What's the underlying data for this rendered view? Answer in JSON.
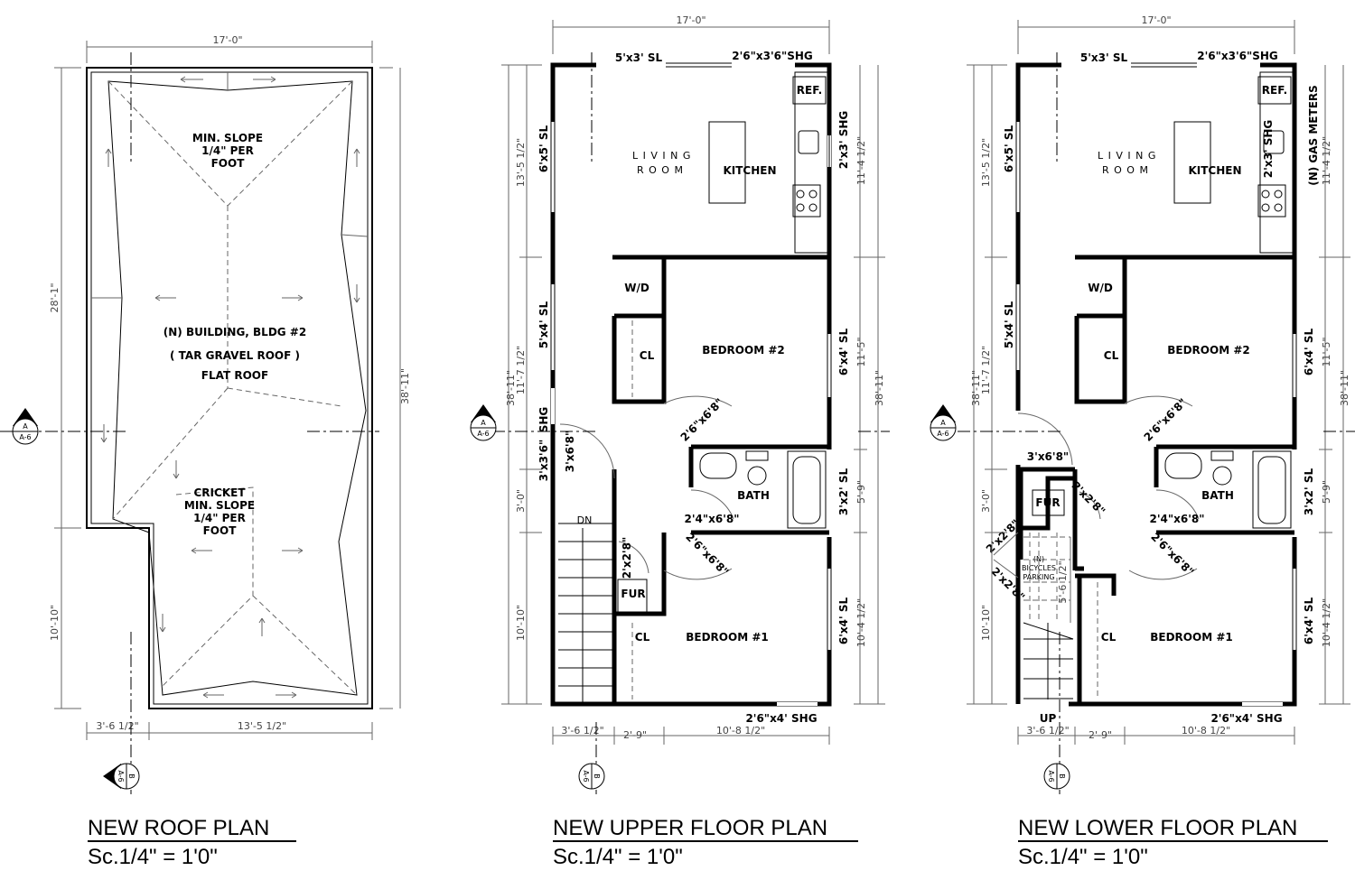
{
  "section_markers": {
    "a_letter": "A",
    "b_letter": "B",
    "sheet": "A-6"
  },
  "roof": {
    "title": "NEW ROOF PLAN",
    "scale": "Sc.1/4\" = 1'0\"",
    "dims": {
      "top": "17'-0\"",
      "left_upper": "28'-1\"",
      "left_lower": "10'-10\"",
      "right": "38'-11\"",
      "bottom_left": "3'-6 1/2\"",
      "bottom_right": "13'-5 1/2\""
    },
    "notes": {
      "slope1": "MIN. SLOPE",
      "slope2": "1/4\" PER",
      "slope3": "FOOT",
      "bldg1": "(N) BUILDING, BLDG #2",
      "bldg2": "( TAR GRAVEL ROOF )",
      "bldg3": "FLAT ROOF",
      "cricket1": "CRICKET",
      "cricket2": "MIN. SLOPE",
      "cricket3": "1/4\" PER",
      "cricket4": "FOOT"
    }
  },
  "upper": {
    "title": "NEW UPPER FLOOR PLAN",
    "scale": "Sc.1/4\" = 1'0\"",
    "rooms": {
      "living1": "L I V I N G",
      "living2": "R O O M",
      "kitchen": "KITCHEN",
      "ref": "REF.",
      "wd": "W/D",
      "cl1": "CL",
      "bedroom2": "BEDROOM #2",
      "bath": "BATH",
      "bedroom1": "BEDROOM #1",
      "cl2": "CL",
      "fur": "FUR",
      "dn": "DN"
    },
    "windows": {
      "top_sl": "5'x3' SL",
      "top_shg": "2'6\"x3'6\"SHG",
      "right_shg": "2'x3' SHG",
      "left_sl1": "6'x5' SL",
      "left_sl2": "5'x4' SL",
      "left_shg": "SHG",
      "left_shg_size": "3'x3'6\"",
      "right_sl1": "6'x4' SL",
      "right_sl2": "3'x2' SL",
      "right_sl3": "6'x4' SL",
      "bottom_shg": "2'6\"x4' SHG"
    },
    "doors": {
      "entry": "3'x6'8\"",
      "bed2": "2'6\"x6'8\"",
      "bath": "2'4\"x6'8\"",
      "bed1": "2'6\"x6'8\"",
      "fur": "2'x2'8\""
    },
    "dims": {
      "top": "17'-0\"",
      "left_total": "38'-11\"",
      "left_a": "13'-5 1/2\"",
      "left_b": "11'-7 1/2\"",
      "left_c": "3'-0\"",
      "left_d": "10'-10\"",
      "right_a": "11'-4 1/2\"",
      "right_b": "11'-5\"",
      "right_c": "5'-9\"",
      "right_d": "10'-4 1/2\"",
      "right_total": "38'-11\"",
      "bottom_a": "3'-6 1/2\"",
      "bottom_b": "2'-9\"",
      "bottom_c": "10'-8 1/2\""
    }
  },
  "lower": {
    "title": "NEW LOWER FLOOR PLAN",
    "scale": "Sc.1/4\" = 1'0\"",
    "rooms": {
      "living1": "L I V I N G",
      "living2": "R O O M",
      "kitchen": "KITCHEN",
      "ref": "REF.",
      "wd": "W/D",
      "cl1": "CL",
      "bedroom2": "BEDROOM #2",
      "bath": "BATH",
      "bedroom1": "BEDROOM #1",
      "cl2": "CL",
      "fur": "FUR",
      "up": "UP",
      "bike1": "(N)",
      "bike2": "BICYCLES",
      "bike3": "PARKING",
      "gas": "(N) GAS METERS"
    },
    "windows": {
      "top_sl": "5'x3' SL",
      "top_shg": "2'6\"x3'6\"SHG",
      "right_shg": "2'x3' SHG",
      "left_sl1": "6'x5' SL",
      "left_sl2": "5'x4' SL",
      "right_sl1": "6'x4' SL",
      "right_sl2": "3'x2' SL",
      "right_sl3": "6'x4' SL",
      "bottom_shg": "2'6\"x4' SHG"
    },
    "doors": {
      "entry": "3'x6'8\"",
      "bed2": "2'6\"x6'8\"",
      "bath": "2'4\"x6'8\"",
      "bed1": "2'6\"x6'8\"",
      "fur": "2'x2'8\"",
      "bike_a": "2'x2'8\"",
      "bike_b": "2'x2'8\""
    },
    "dims": {
      "top": "17'-0\"",
      "left_total": "38'-11\"",
      "left_a": "13'-5 1/2\"",
      "left_b": "11'-7 1/2\"",
      "left_c": "3'-0\"",
      "left_d": "10'-10\"",
      "bike_depth": "5'-6 1/2\"",
      "right_a": "11'-4 1/2\"",
      "right_b": "11'-5\"",
      "right_c": "5'-9\"",
      "right_d": "10'-4 1/2\"",
      "right_total": "38'-11\"",
      "bottom_a": "3'-6 1/2\"",
      "bottom_b": "2'-9\"",
      "bottom_c": "10'-8 1/2\""
    }
  }
}
